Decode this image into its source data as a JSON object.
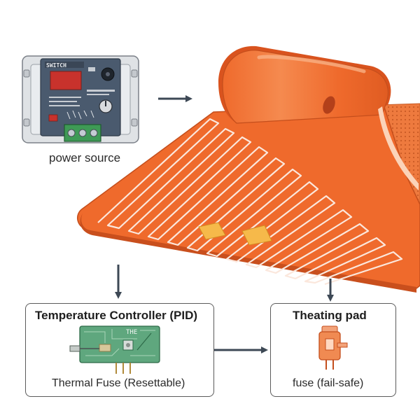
{
  "diagram": {
    "labels": {
      "power_source": "power source",
      "controller_title": "Temperature Controller (PID)",
      "thermal_fuse": "Thermal Fuse (Resettable)",
      "pad_title": "Theating pad",
      "pad_fuse": "fuse (fail-safe)",
      "power_unit_brand": "SWITCH",
      "pcb_marking": "THE"
    },
    "colors": {
      "pad_orange": "#ef6a2c",
      "pad_dark": "#d9531e",
      "pad_highlight": "#f7925a",
      "trace_white": "#fbe7dc",
      "sensor_yellow": "#f6b94a",
      "device_body": "#e8eaec",
      "panel_blue": "#4a5a6e",
      "display_red": "#c8322c",
      "pcb_green": "#5fa77e",
      "terminal_green": "#3e9a55",
      "arrow": "#3d4855"
    },
    "icons": [
      "power-supply-icon",
      "heating-pad-icon",
      "pcb-icon",
      "fuse-icon",
      "arrow-icon"
    ]
  }
}
